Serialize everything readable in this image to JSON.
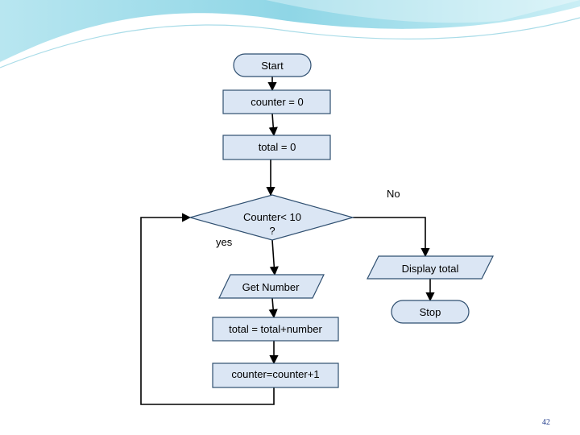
{
  "flowchart": {
    "start": "Start",
    "init_counter": "counter = 0",
    "init_total": "total = 0",
    "decision_line1": "Counter< 10",
    "decision_line2": "?",
    "branch_no": "No",
    "branch_yes": "yes",
    "display_total": "Display total",
    "stop": "Stop",
    "get_number": "Get Number",
    "accumulate": "total = total+number",
    "increment": "counter=counter+1"
  },
  "slide": {
    "page_number": "42"
  },
  "colors": {
    "shape_fill": "#dbe6f4",
    "shape_stroke": "#2f4f70",
    "line": "#000000",
    "header_wave": "#7fcfe0",
    "page_number": "#1f3a8a"
  }
}
